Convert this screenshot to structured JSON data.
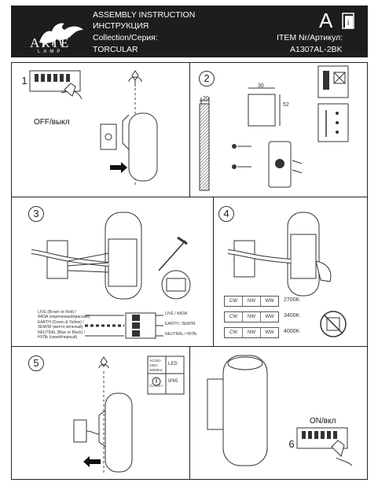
{
  "header": {
    "brand": "ARTE",
    "brand_sub": "LAMP",
    "title_en": "ASSEMBLY INSTRUCTION",
    "title_ru": "ИНСТРУКЦИЯ",
    "collection_label": "Collection/Серия:",
    "collection_value": "TORCULAR",
    "item_label": "ITEM Nr/Артикул:",
    "item_value": "A1307AL-2BK",
    "letter": "A"
  },
  "steps": {
    "s1": {
      "num": "1",
      "caption": "OFF/выкл"
    },
    "s2": {
      "num": "2",
      "dim_w": "30",
      "dim_h": "52",
      "dim_side": "20"
    },
    "s3": {
      "num": "3"
    },
    "s4": {
      "num": "4"
    },
    "s5": {
      "num": "5"
    },
    "s6": {
      "num": "6",
      "caption": "ON/вкл"
    }
  },
  "wiring": {
    "live_left": "LIVE (Brown or Red) /\nФАЗА (коричневый/красный)",
    "earth_left": "EARTH (Green & Yellow) /\nЗЕМЛЯ (желто-зеленый)",
    "neutral_left": "NEUTRAL (Blue or Black) /\nНУЛЬ (синий/черный)",
    "live_right": "LIVE / ФАЗА",
    "earth_right": "EARTH / ЗЕМЛЯ",
    "neutral_right": "NEUTRAL / НУЛЬ"
  },
  "cct": [
    {
      "cols": [
        "CW",
        "NW",
        "WW"
      ],
      "value": "2700K"
    },
    {
      "cols": [
        "CW",
        "NW",
        "WW"
      ],
      "value": "3400K"
    },
    {
      "cols": [
        "CW",
        "NW",
        "WW"
      ],
      "value": "4000K"
    }
  ],
  "specs": {
    "voltage": "AC220-240V 50/60Hz",
    "type": "LED",
    "class": "CLASS I",
    "ip": "IP65"
  }
}
